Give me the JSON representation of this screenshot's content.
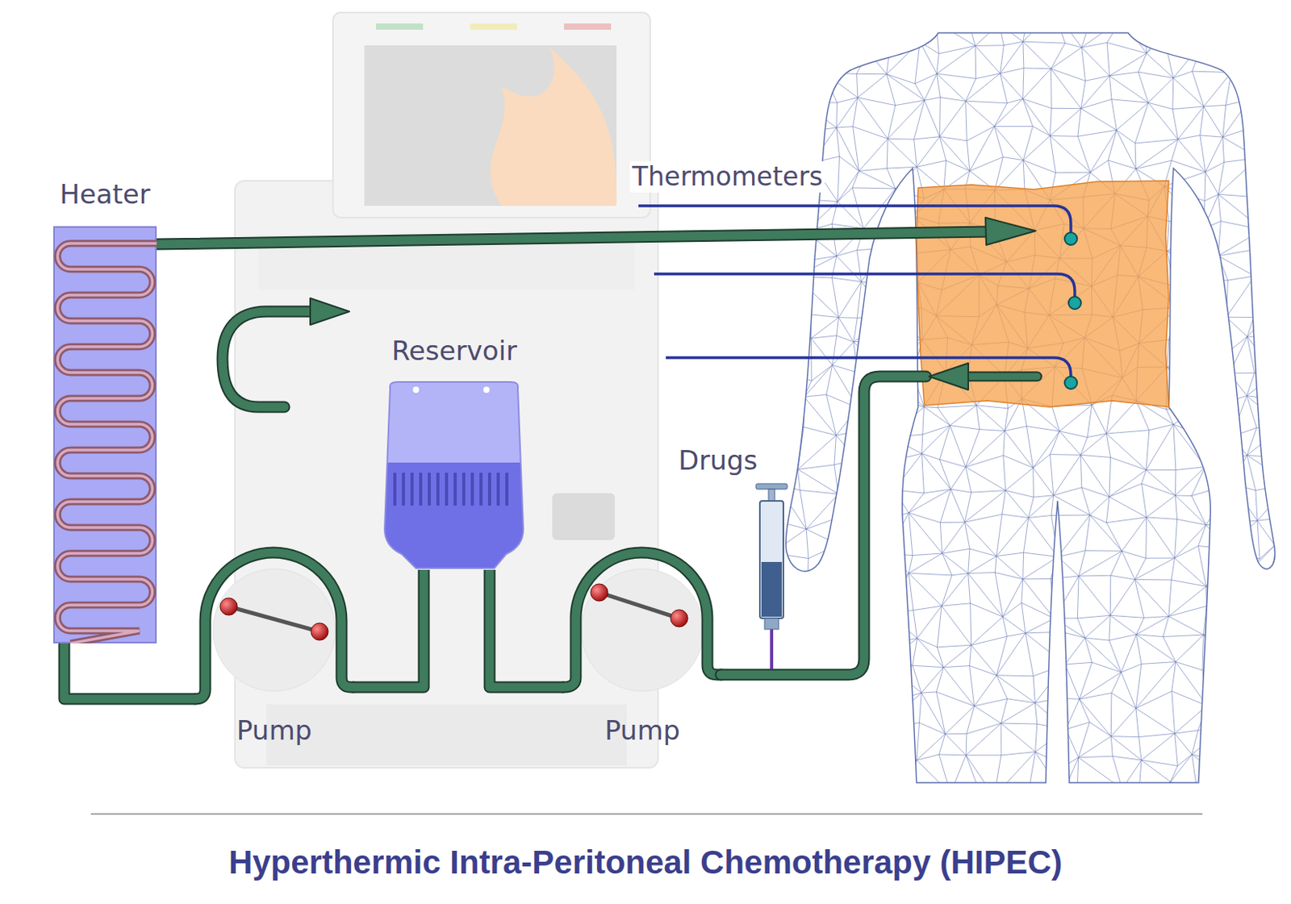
{
  "diagram": {
    "caption": "Hyperthermic Intra-Peritoneal Chemotherapy (HIPEC)",
    "nodes": [
      {
        "text": [
          "Heater"
        ]
      },
      {
        "text": [
          "Reservoir"
        ]
      },
      {
        "text": [
          "Drugs"
        ]
      },
      {
        "text": [
          "Pump"
        ]
      },
      {
        "text": [
          "Pump"
        ]
      }
    ],
    "edges": [
      {
        "from": 1,
        "to": 3,
        "arrow": "none"
      },
      {
        "from": 3,
        "to": 0,
        "arrow": "none"
      },
      {
        "from": 4,
        "to": 1,
        "arrow": "none"
      }
    ],
    "labels": [
      "Thermometers"
    ]
  }
}
